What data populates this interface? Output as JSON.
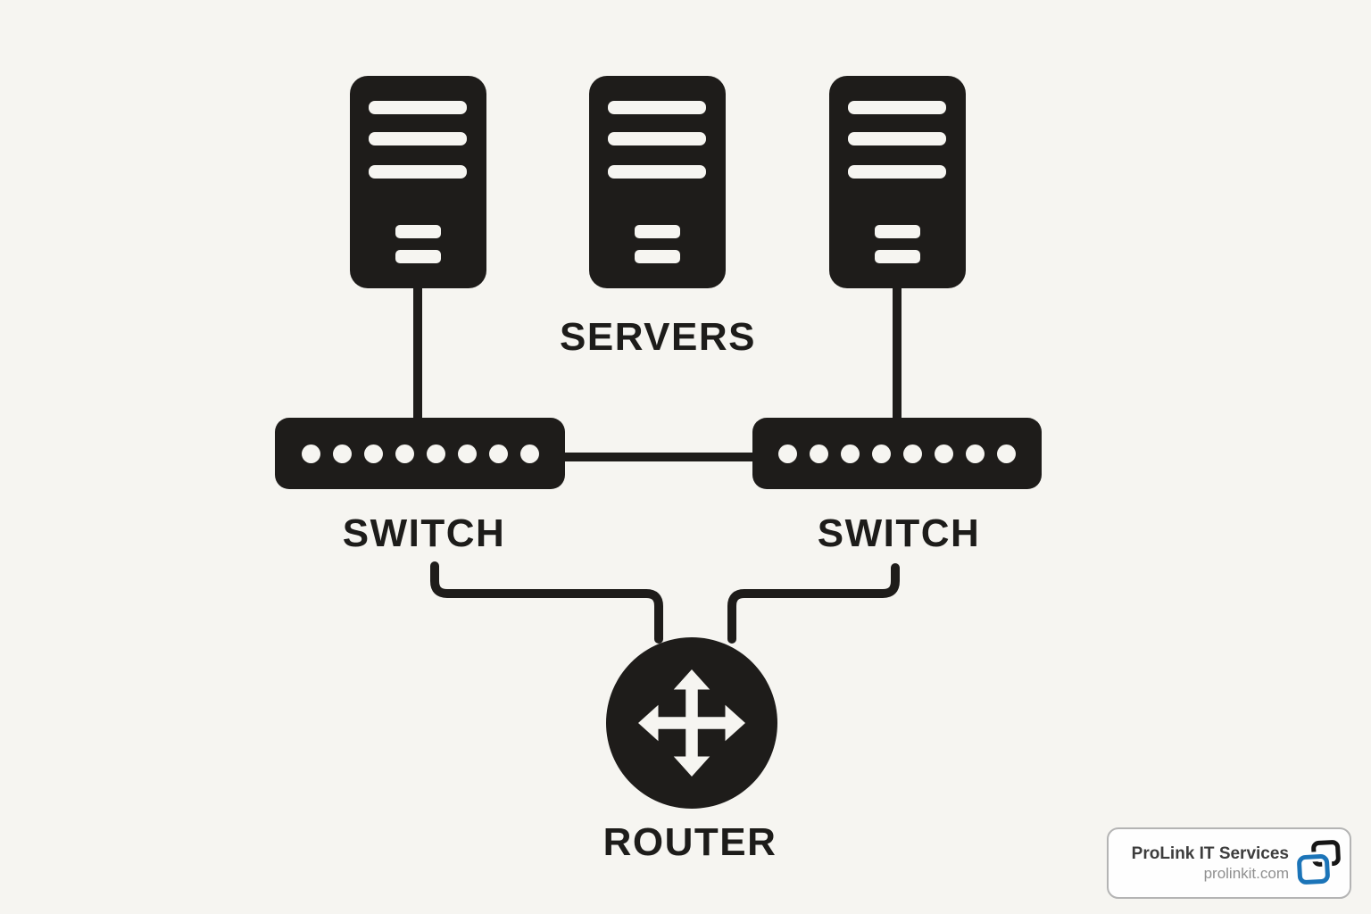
{
  "colors": {
    "background": "#f6f5f1",
    "ink": "#1e1c1a",
    "label": "#1d1c1a",
    "logo_blue": "#1b74b8",
    "logo_black": "#161616",
    "card_border": "#b4b4b4",
    "company_color": "#3d3d3d",
    "website_color": "#8f8f8f"
  },
  "diagram": {
    "labels": {
      "servers": "SERVERS",
      "switch_left": "SWITCH",
      "switch_right": "SWITCH",
      "router": "ROUTER"
    },
    "nodes": {
      "server_count": 3,
      "switch_count": 2,
      "switch_port_count": 8,
      "router_count": 1
    },
    "icons": {
      "server": "server-tower-icon",
      "switch": "switch-ports-icon",
      "router": "router-cross-arrows-icon"
    }
  },
  "watermark": {
    "company": "ProLink IT Services",
    "website": "prolinkit.com",
    "logo": "prolink-overlapping-squares-icon"
  }
}
